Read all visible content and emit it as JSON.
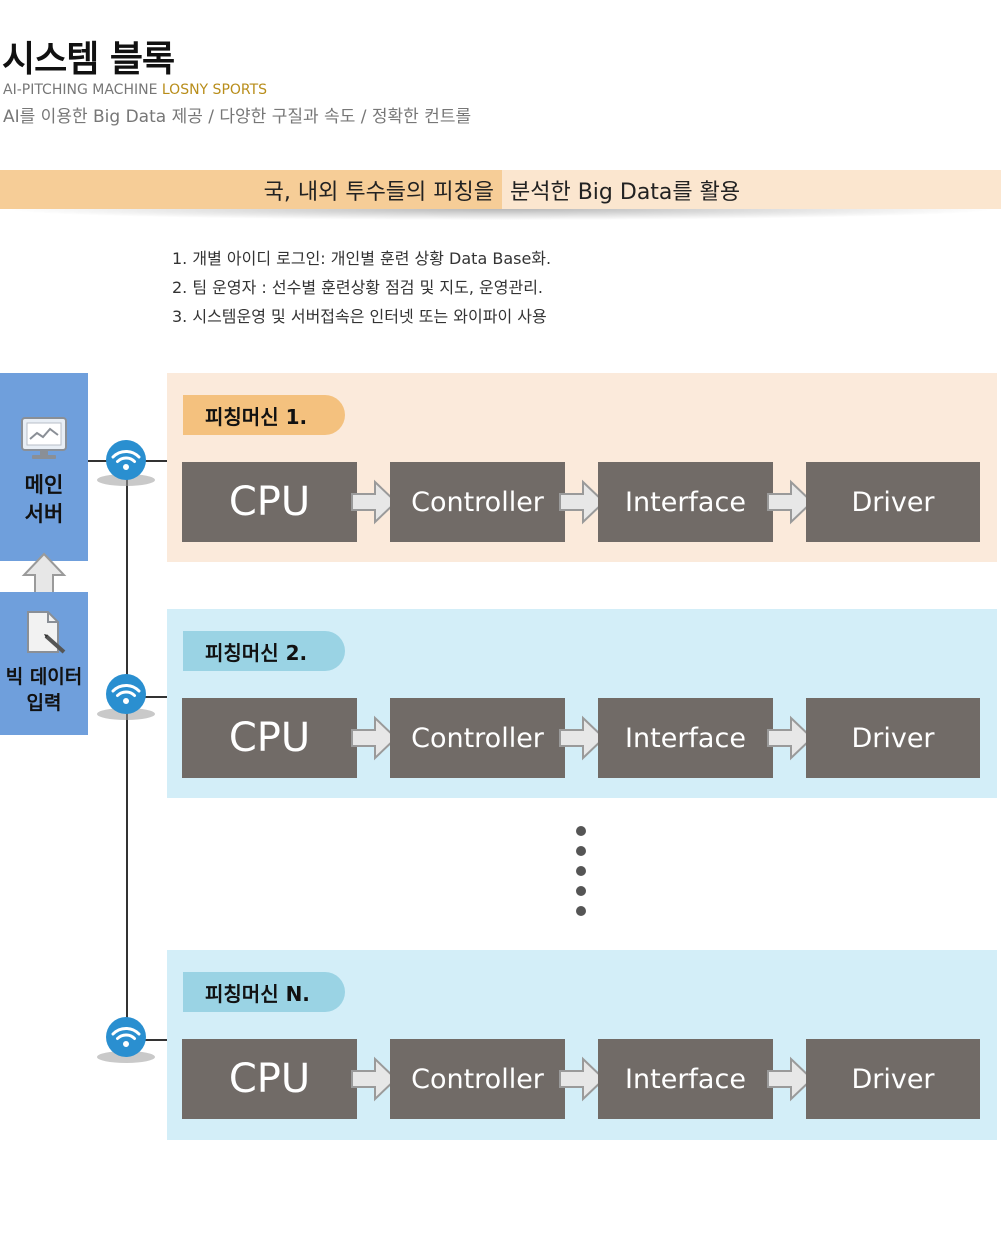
{
  "header": {
    "title": "시스템 블록",
    "subtitle_prefix": "AI-PITCHING MACHINE ",
    "subtitle_brand": "LOSNY SPORTS",
    "tagline": "AI를 이용한 Big Data 제공 / 다양한 구질과 속도 / 정확한  컨트롤"
  },
  "banner": {
    "left_text": "국, 내외 투수들의 피칭을",
    "right_text": "분석한 Big Data를 활용"
  },
  "notes": [
    "1. 개별 아이디 로그인: 개인별 훈련 상황 Data Base화.",
    "2. 팀 운영자 : 선수별 훈련상황 점검 및 지도, 운영관리.",
    "3. 시스템운영 및 서버접속은 인터넷 또는 와이파이 사용"
  ],
  "side": {
    "main_server_line1": "메인",
    "main_server_line2": "서버",
    "big_data_line1": "빅 데이터",
    "big_data_line2": "입력"
  },
  "machines": [
    {
      "label": "피칭머신 1.",
      "blocks": [
        "CPU",
        "Controller",
        "Interface",
        "Driver"
      ]
    },
    {
      "label": "피칭머신 2.",
      "blocks": [
        "CPU",
        "Controller",
        "Interface",
        "Driver"
      ]
    },
    {
      "label": "피칭머신 N.",
      "blocks": [
        "CPU",
        "Controller",
        "Interface",
        "Driver"
      ]
    }
  ],
  "colors": {
    "banner_left": "#f6cd97",
    "banner_right": "#fbe6cf",
    "side_box": "#6f9fdc",
    "panel_orange": "#fbeadb",
    "panel_blue": "#d3eef8",
    "tag_orange": "#f4c17e",
    "tag_blue": "#9ad3e4",
    "block": "#716b67",
    "wifi": "#2a8fd0",
    "brand": "#b88d1a"
  },
  "icons": {
    "main_server": "monitor-chart-icon",
    "big_data": "document-pen-icon",
    "connection": "wifi-icon",
    "flow": "right-arrow-icon",
    "upload": "up-arrow-icon"
  }
}
